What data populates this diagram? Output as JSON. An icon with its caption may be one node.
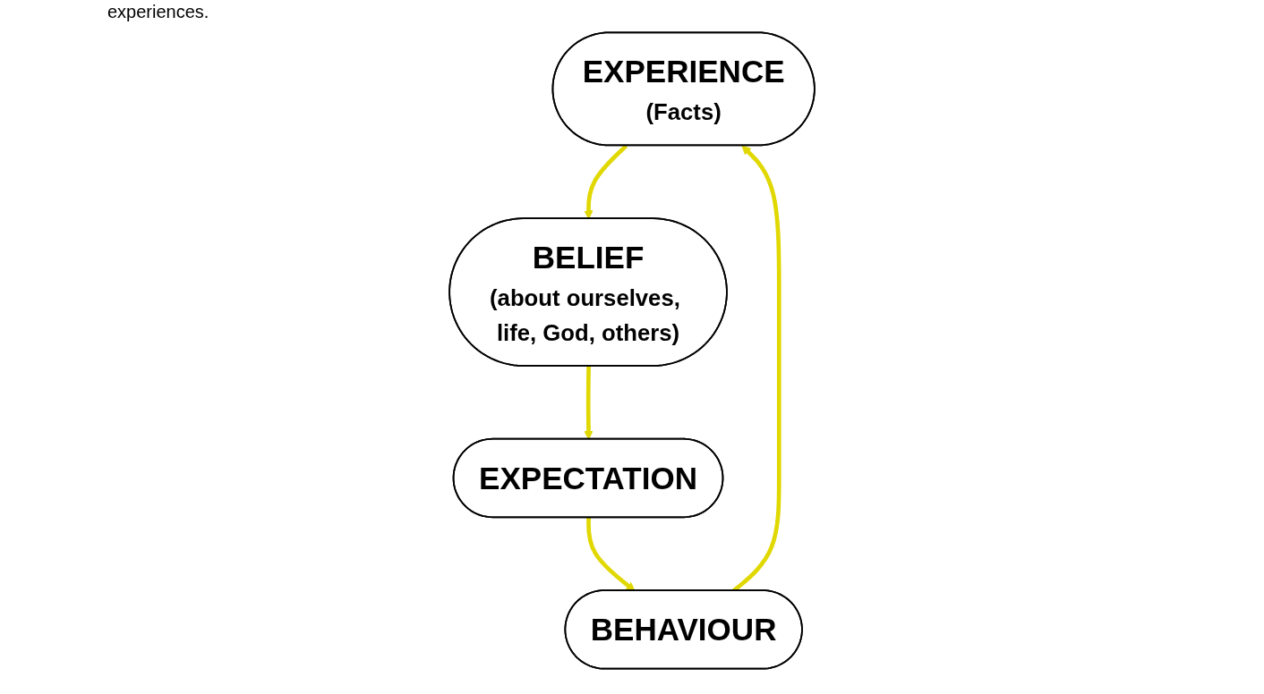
{
  "diagram": {
    "nodes": [
      {
        "text": [
          "EXPERIENCE",
          "(Facts)"
        ]
      },
      {
        "text": [
          "BELIEF",
          "(about ourselves, life, God, others)"
        ]
      },
      {
        "text": [
          "BEHAVIOUR"
        ]
      },
      {
        "text": [
          "EXPECTATION"
        ]
      }
    ],
    "edges": [
      {
        "from": 0,
        "to": 1,
        "arrow": "to"
      },
      {
        "from": 1,
        "to": 3,
        "arrow": "to"
      },
      {
        "from": 3,
        "to": 2,
        "arrow": "to"
      },
      {
        "from": 2,
        "to": 0,
        "arrow": "to"
      }
    ],
    "labels": [
      "experiences."
    ]
  }
}
